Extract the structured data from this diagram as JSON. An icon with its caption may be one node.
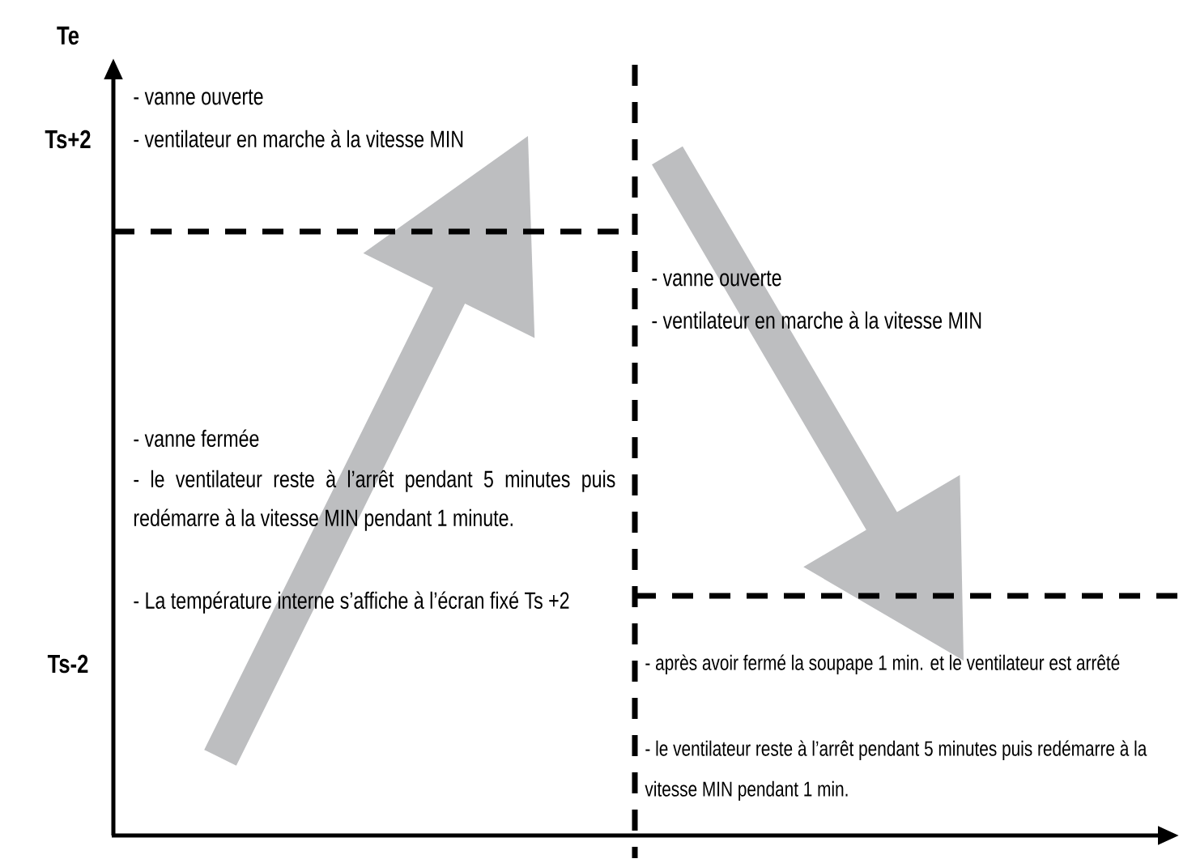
{
  "diagram": {
    "labels": [
      "Te",
      "- vanne ouverte",
      "Ts+2",
      "- ventilateur en marche à la vitesse MIN",
      "- vanne ouverte",
      "- ventilateur en marche à la vitesse MIN",
      "- vanne fermée",
      "- le ventilateur reste à l’arrêt pendant 5 minutes puis redémarre à la vitesse MIN pendant 1 minute.",
      "- La température interne s’affiche à l’écran fixé Ts +2",
      "Ts-2",
      "- après avoir fermé la soupape 1 min. et le ventilateur est arrêté",
      "- le ventilateur reste à l’arrêt pendant 5 minutes puis redémarre à la vitesse MIN pendant 1 min."
    ]
  }
}
